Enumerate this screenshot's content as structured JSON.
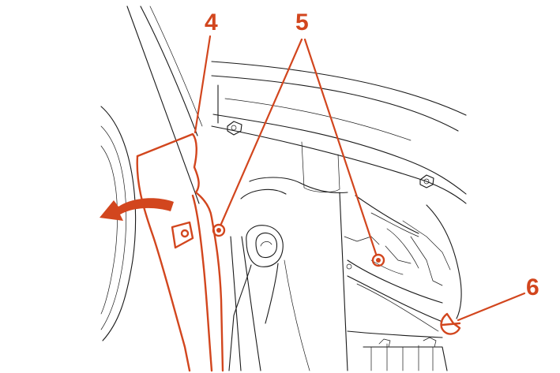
{
  "colors": {
    "highlight": "#d2461e",
    "line": "#1a1a1a",
    "background": "#ffffff"
  },
  "callouts": {
    "c4": "4",
    "c5": "5",
    "c6": "6"
  },
  "icons": {
    "arrow": "curved-arrow-left-icon",
    "fastener": "clip-fastener-icon",
    "clip": "retaining-clip-icon"
  }
}
